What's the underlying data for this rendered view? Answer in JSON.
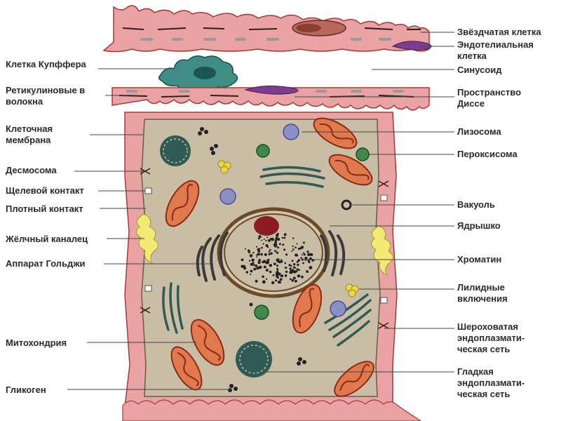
{
  "labels_left": [
    {
      "id": "kupffer",
      "text": "Клетка Купффера"
    },
    {
      "id": "reticulin",
      "text": "Ретикулиновые в\nволокна"
    },
    {
      "id": "membrane",
      "text": "Клеточная\nмембрана"
    },
    {
      "id": "desmosome",
      "text": "Десмосома"
    },
    {
      "id": "gap",
      "text": "Щелевой контакт"
    },
    {
      "id": "tight",
      "text": "Плотный контакт"
    },
    {
      "id": "bile",
      "text": "Жёлчный каналец"
    },
    {
      "id": "golgi",
      "text": "Аппарат Гольджи"
    },
    {
      "id": "mito",
      "text": "Митохондрия"
    },
    {
      "id": "glycogen",
      "text": "Гликоген"
    }
  ],
  "labels_right": [
    {
      "id": "stellate",
      "text": "Звёздчатая клетка"
    },
    {
      "id": "endothelial",
      "text": "Эндотелиальная\nклетка"
    },
    {
      "id": "sinusoid",
      "text": "Синусоид"
    },
    {
      "id": "disse",
      "text": "Пространство\nДиссе"
    },
    {
      "id": "lysosome",
      "text": "Лизосома"
    },
    {
      "id": "peroxisome",
      "text": "Пероксисома"
    },
    {
      "id": "vacuole",
      "text": "Вакуоль"
    },
    {
      "id": "nucleolus",
      "text": "Ядрышко"
    },
    {
      "id": "chromatin",
      "text": "Хроматин"
    },
    {
      "id": "lipid",
      "text": "Лилидные\nвключения"
    },
    {
      "id": "rer",
      "text": "Шероховатая\nэндоплазмати-\nческая сеть"
    },
    {
      "id": "ser",
      "text": "Гладкая\nэндоплазмати-\nческая сеть"
    }
  ],
  "colors": {
    "cytoplasm": "#c9bea5",
    "membrane_pink": "#eaa3a3",
    "membrane_dark": "#a33a3a",
    "mito": "#e07a4e",
    "mito_inner": "#8a2a14",
    "kupffer": "#3f8d85",
    "nucleolus": "#8c1b25",
    "bile": "#f3ea74",
    "lysosome": "#8a90c4",
    "peroxisome": "#3f8a4a",
    "er": "#2f5a55"
  }
}
